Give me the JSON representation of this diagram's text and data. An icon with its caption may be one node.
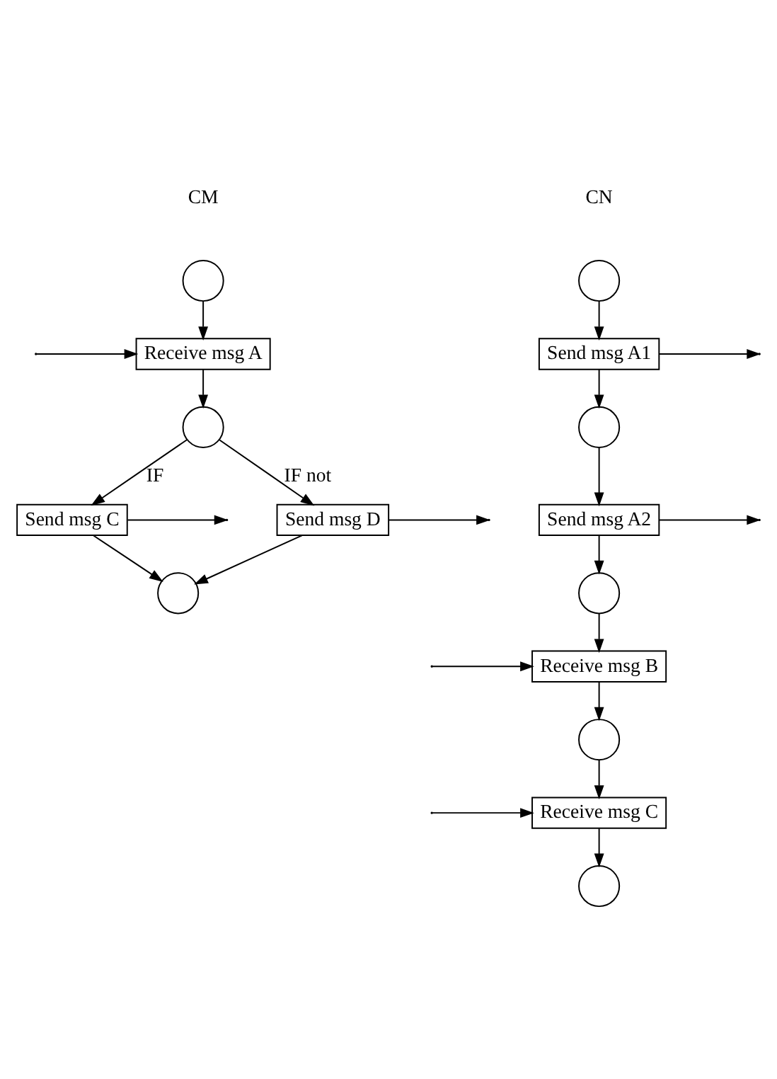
{
  "diagram": {
    "nodes": [
      {
        "text": [],
        "shape": "circle"
      },
      {
        "text": [
          "Receive msg A"
        ]
      },
      {
        "text": [],
        "shape": "circle"
      },
      {
        "text": [
          "Send msg C"
        ]
      },
      {
        "text": [
          "Send msg D"
        ]
      },
      {
        "text": [],
        "shape": "circle"
      },
      {
        "text": [],
        "shape": "circle"
      },
      {
        "text": [
          "Send msg A1"
        ]
      },
      {
        "text": [],
        "shape": "circle"
      },
      {
        "text": [
          "Send msg A2"
        ]
      },
      {
        "text": [],
        "shape": "circle"
      },
      {
        "text": [
          "Receive msg B"
        ]
      },
      {
        "text": [],
        "shape": "circle"
      },
      {
        "text": [
          "Receive msg C"
        ]
      },
      {
        "text": [],
        "shape": "circle"
      }
    ],
    "edges": [
      {
        "from": 0,
        "to": 1,
        "arrow": "to"
      },
      {
        "from": null,
        "to": 1,
        "arrow": "to"
      },
      {
        "from": 1,
        "to": 2,
        "arrow": "to"
      },
      {
        "from": 2,
        "to": 3,
        "arrow": "to",
        "label": "IF"
      },
      {
        "from": 2,
        "to": 4,
        "arrow": "to",
        "label": "IF not"
      },
      {
        "from": 3,
        "to": null,
        "arrow": "to"
      },
      {
        "from": 4,
        "to": null,
        "arrow": "to"
      },
      {
        "from": 3,
        "to": 5,
        "arrow": "to"
      },
      {
        "from": 4,
        "to": 5,
        "arrow": "to"
      },
      {
        "from": 6,
        "to": 7,
        "arrow": "to"
      },
      {
        "from": 7,
        "to": null,
        "arrow": "to"
      },
      {
        "from": 7,
        "to": 8,
        "arrow": "to"
      },
      {
        "from": 8,
        "to": 9,
        "arrow": "to"
      },
      {
        "from": 9,
        "to": null,
        "arrow": "to"
      },
      {
        "from": 9,
        "to": 10,
        "arrow": "to"
      },
      {
        "from": 10,
        "to": 11,
        "arrow": "to"
      },
      {
        "from": null,
        "to": 11,
        "arrow": "to"
      },
      {
        "from": 11,
        "to": 12,
        "arrow": "to"
      },
      {
        "from": 12,
        "to": 13,
        "arrow": "to"
      },
      {
        "from": null,
        "to": 13,
        "arrow": "to"
      },
      {
        "from": 13,
        "to": 14,
        "arrow": "to"
      }
    ],
    "labels": [
      "CM",
      "CN"
    ]
  }
}
